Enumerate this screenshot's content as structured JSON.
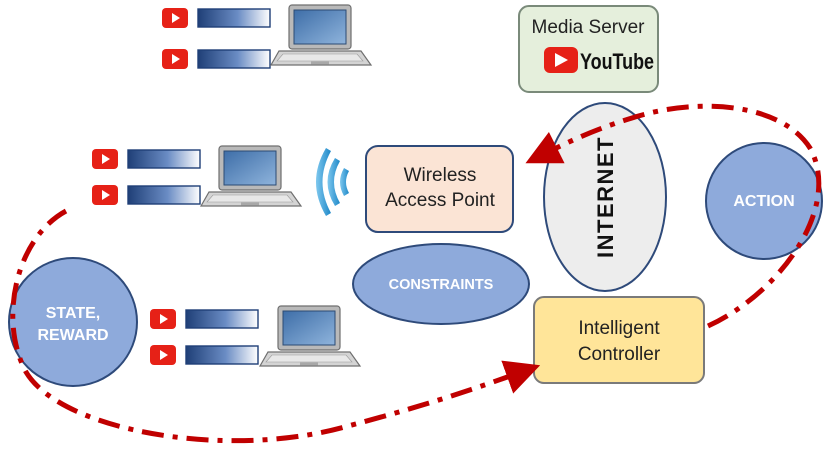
{
  "media_server": {
    "title": "Media Server",
    "brand": "YouTube",
    "fill": "#e5efdc",
    "border": "#7a8a7a"
  },
  "access_point": {
    "line1": "Wireless",
    "line2": "Access Point",
    "fill": "#fbe4d5",
    "border": "#2e4a7a"
  },
  "controller": {
    "line1": "Intelligent",
    "line2": "Controller",
    "fill": "#ffe599",
    "border": "#7a7a7a"
  },
  "internet": {
    "label": "INTERNET",
    "fill": "#ededed",
    "border": "#2e4a7a"
  },
  "constraints": {
    "label": "CONSTRAINTS"
  },
  "action": {
    "label": "ACTION"
  },
  "state_reward": {
    "line1": "STATE,",
    "line2": "REWARD"
  },
  "colors": {
    "bubble_fill": "#8eaadb",
    "bubble_border": "#2e4a7a",
    "loop_arrow": "#c00000",
    "youtube_red": "#e62117",
    "wifi": "#2e95d3"
  },
  "icons": {
    "client": "laptop-icon",
    "stream": "youtube-play-icon",
    "buffer": "buffer-bar-icon",
    "signal": "wifi-signal-icon"
  }
}
